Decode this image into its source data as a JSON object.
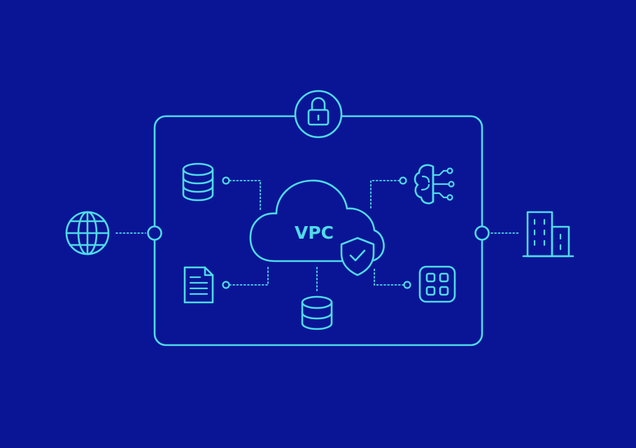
{
  "diagram": {
    "center_label": "VPC",
    "colors": {
      "background": "#0a1596",
      "stroke": "#4fdbe8"
    },
    "nodes": [
      {
        "id": "internet",
        "icon": "globe-icon"
      },
      {
        "id": "lock",
        "icon": "lock-icon"
      },
      {
        "id": "vpc",
        "icon": "cloud-icon"
      },
      {
        "id": "security",
        "icon": "shield-check-icon"
      },
      {
        "id": "database-top",
        "icon": "database-icon"
      },
      {
        "id": "document",
        "icon": "document-icon"
      },
      {
        "id": "database-bottom",
        "icon": "database-icon"
      },
      {
        "id": "ai",
        "icon": "brain-circuit-icon"
      },
      {
        "id": "apps",
        "icon": "app-grid-icon"
      },
      {
        "id": "enterprise",
        "icon": "building-icon"
      }
    ]
  }
}
